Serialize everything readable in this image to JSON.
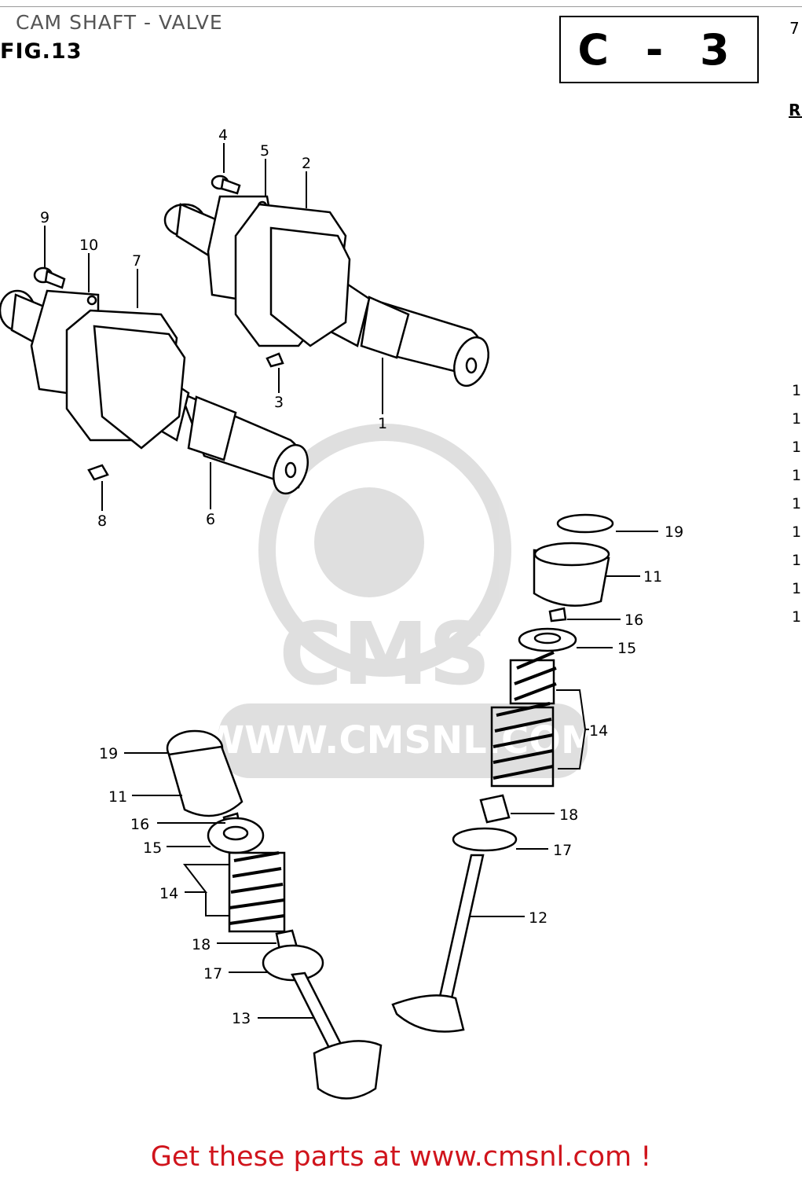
{
  "header": {
    "title": "CAM SHAFT - VALVE",
    "fig_label": "FIG.13",
    "section_code": "C - 3"
  },
  "margin": {
    "top_right": "7",
    "right_heading": "RI",
    "right_numbers": [
      "1",
      "1",
      "1",
      "1",
      "1",
      "1",
      "1",
      "1",
      "1"
    ]
  },
  "watermark": {
    "url": "WWW.CMSNL.COM",
    "brand": "CMS"
  },
  "footer": {
    "cta": "Get these parts at www.cmsnl.com !"
  },
  "callouts": [
    {
      "id": "c4",
      "label": "4"
    },
    {
      "id": "c5",
      "label": "5"
    },
    {
      "id": "c2",
      "label": "2"
    },
    {
      "id": "c9",
      "label": "9"
    },
    {
      "id": "c10",
      "label": "10"
    },
    {
      "id": "c7",
      "label": "7"
    },
    {
      "id": "c3",
      "label": "3"
    },
    {
      "id": "c1",
      "label": "1"
    },
    {
      "id": "c8",
      "label": "8"
    },
    {
      "id": "c6",
      "label": "6"
    },
    {
      "id": "c19a",
      "label": "19"
    },
    {
      "id": "c11a",
      "label": "11"
    },
    {
      "id": "c16a",
      "label": "16"
    },
    {
      "id": "c15a",
      "label": "15"
    },
    {
      "id": "c14a",
      "label": "14"
    },
    {
      "id": "c18a",
      "label": "18"
    },
    {
      "id": "c17a",
      "label": "17"
    },
    {
      "id": "c12",
      "label": "12"
    },
    {
      "id": "c19b",
      "label": "19"
    },
    {
      "id": "c11b",
      "label": "11"
    },
    {
      "id": "c16b",
      "label": "16"
    },
    {
      "id": "c15b",
      "label": "15"
    },
    {
      "id": "c14b",
      "label": "14"
    },
    {
      "id": "c18b",
      "label": "18"
    },
    {
      "id": "c17b",
      "label": "17"
    },
    {
      "id": "c13",
      "label": "13"
    }
  ]
}
